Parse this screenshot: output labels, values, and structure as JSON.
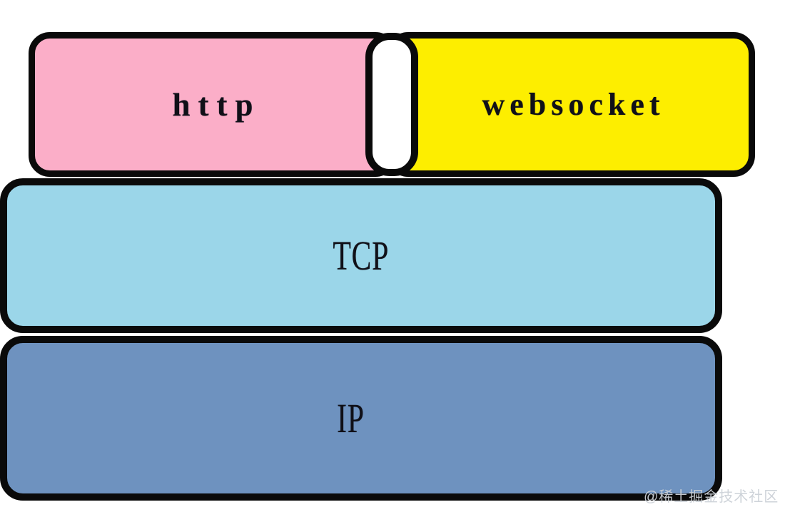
{
  "diagram": {
    "type": "layered-protocol-stack",
    "background_color": "#ffffff",
    "border_color": "#0a0a0a",
    "divider_color": "#ffffff",
    "layers": [
      {
        "label": "http",
        "color": "#fbaec8",
        "row": "application"
      },
      {
        "label": "websocket",
        "color": "#fdee00",
        "row": "application"
      },
      {
        "label": "TCP",
        "color": "#9bd6e9",
        "row": "transport"
      },
      {
        "label": "IP",
        "color": "#6e92bf",
        "row": "network"
      }
    ]
  },
  "watermark": {
    "text": "@稀土掘金技术社区",
    "color": "#ccd1d7"
  }
}
